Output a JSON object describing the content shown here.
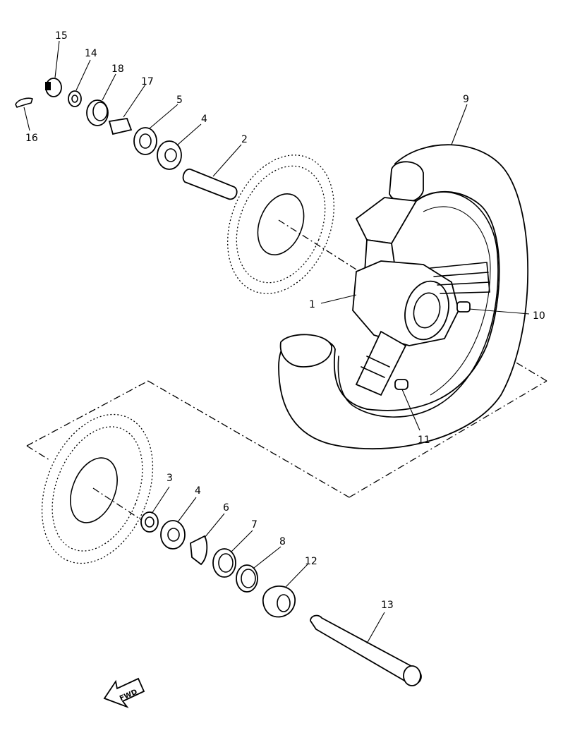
{
  "callouts": {
    "c1": "1",
    "c2": "2",
    "c3": "3",
    "c4a": "4",
    "c4b": "4",
    "c5": "5",
    "c6": "6",
    "c7": "7",
    "c8": "8",
    "c9": "9",
    "c10": "10",
    "c11": "11",
    "c12": "12",
    "c13": "13",
    "c14": "14",
    "c15": "15",
    "c16": "16",
    "c17": "17",
    "c18": "18"
  },
  "fwd_label": "FWD"
}
